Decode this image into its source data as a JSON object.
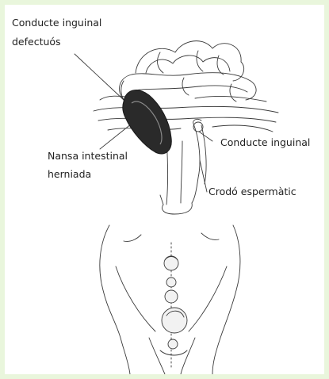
{
  "colors": {
    "border_bg": "#e9f6dc",
    "panel": "#ffffff",
    "ink": "#3a3a3a",
    "hernia": "#2a2a2a"
  },
  "labels": {
    "defective_canal": [
      "Conducte inguinal",
      "defectuós"
    ],
    "inguinal_canal": "Conducte inguinal",
    "herniated_loop": [
      "Nansa intestinal",
      "herniada"
    ],
    "spermatic_cord": "Crodó espermàtic"
  }
}
